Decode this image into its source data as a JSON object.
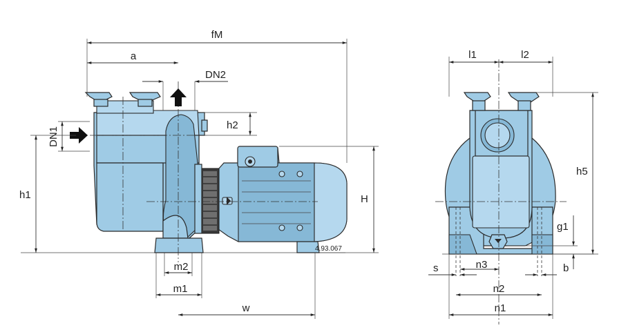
{
  "diagram": {
    "dimensions": {
      "fM": "fM",
      "a": "a",
      "DN2": "DN2",
      "DN1": "DN1",
      "h2": "h2",
      "h1": "h1",
      "H": "H",
      "m2": "m2",
      "m1": "m1",
      "w": "w",
      "l1": "l1",
      "l2": "l2",
      "h5": "h5",
      "g1": "g1",
      "s": "s",
      "n3": "n3",
      "b": "b",
      "n2": "n2",
      "n1": "n1"
    },
    "drawing_code": "4.93.067"
  },
  "colors": {
    "pump_body": "#9fcbe5",
    "outline": "#2a2a2a",
    "arrow": "#111111"
  },
  "icons": [
    "inlet-arrow-icon",
    "outlet-arrow-icon"
  ]
}
